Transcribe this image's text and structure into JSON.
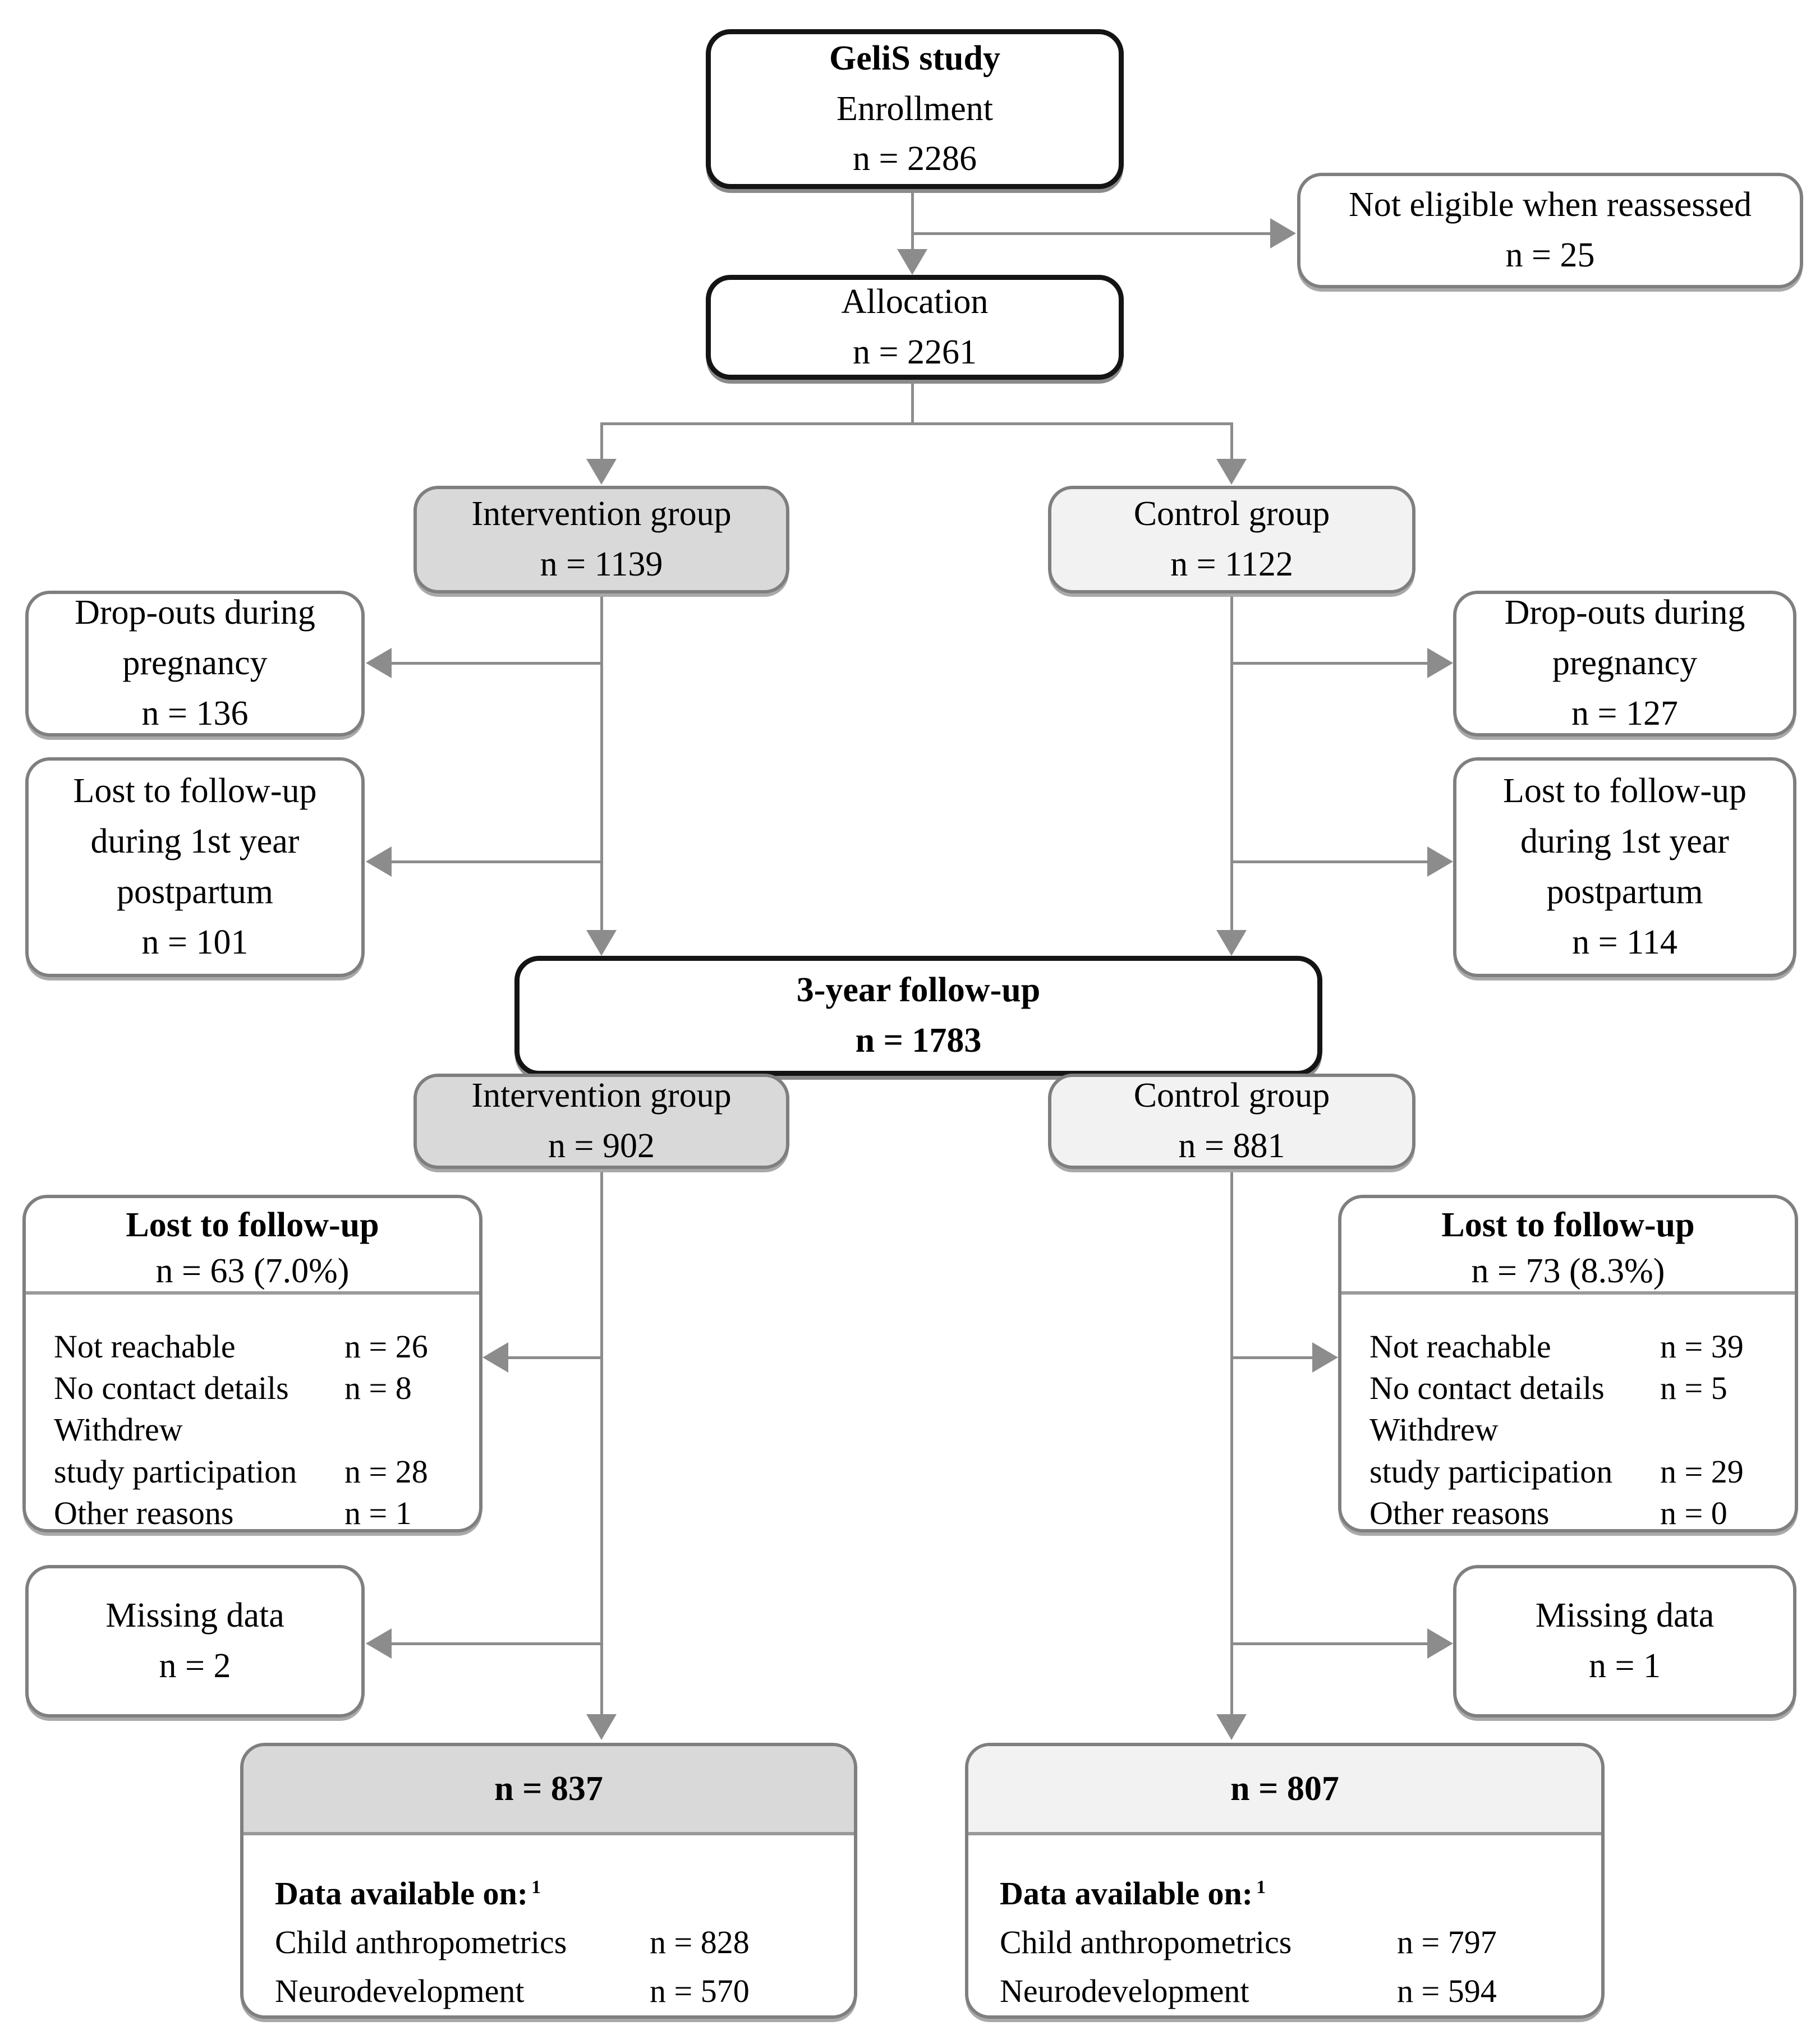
{
  "figure": {
    "type": "consort-flow-diagram",
    "study": "GeliS study"
  },
  "palette": {
    "background": "#ffffff",
    "black_border": "#141414",
    "gray_border": "#7f7f7f",
    "connector_gray": "#8c8c8c",
    "intervention_fill": "#d9d9d9",
    "control_fill": "#f2f2f2",
    "text": "#000000"
  },
  "nodes": {
    "enrollment": {
      "title": "GeliS study",
      "line2": "Enrollment",
      "line3": "n = 2286"
    },
    "not_eligible": {
      "line1": "Not eligible when reassessed",
      "line2": "n = 25"
    },
    "allocation": {
      "line1": "Allocation",
      "line2": "n = 2261"
    },
    "intervention_allocation": {
      "line1": "Intervention group",
      "line2": "n = 1139"
    },
    "control_allocation": {
      "line1": "Control group",
      "line2": "n = 1122"
    },
    "dropouts_intervention": {
      "line1": "Drop-outs during",
      "line2": "pregnancy",
      "line3": "n = 136"
    },
    "dropouts_control": {
      "line1": "Drop-outs during",
      "line2": "pregnancy",
      "line3": "n = 127"
    },
    "lost_year1_intervention": {
      "line1": "Lost to follow-up",
      "line2": "during 1st year",
      "line3": "postpartum",
      "line4": "n = 101"
    },
    "lost_year1_control": {
      "line1": "Lost to follow-up",
      "line2": "during 1st year",
      "line3": "postpartum",
      "line4": "n = 114"
    },
    "followup_3year": {
      "line1": "3-year follow-up",
      "line2": "n = 1783"
    },
    "intervention_followup": {
      "line1": "Intervention group",
      "line2": "n = 902"
    },
    "control_followup": {
      "line1": "Control group",
      "line2": "n = 881"
    },
    "lost_3year_intervention": {
      "title": "Lost to follow-up",
      "subtitle": "n = 63 (7.0%)",
      "rows": [
        {
          "label": "Not reachable",
          "value": "n = 26"
        },
        {
          "label": "No contact details",
          "value": "n = 8"
        },
        {
          "label": "Withdrew",
          "value": ""
        },
        {
          "label": "study participation",
          "value": "n = 28"
        },
        {
          "label": "Other reasons",
          "value": "n = 1"
        }
      ]
    },
    "lost_3year_control": {
      "title": "Lost to follow-up",
      "subtitle": "n = 73 (8.3%)",
      "rows": [
        {
          "label": "Not reachable",
          "value": "n = 39"
        },
        {
          "label": "No contact details",
          "value": "n = 5"
        },
        {
          "label": "Withdrew",
          "value": ""
        },
        {
          "label": "study participation",
          "value": "n = 29"
        },
        {
          "label": "Other reasons",
          "value": "n = 0"
        }
      ]
    },
    "missing_intervention": {
      "line1": "Missing data",
      "line2": "n = 2"
    },
    "missing_control": {
      "line1": "Missing data",
      "line2": "n = 1"
    },
    "final_intervention": {
      "n": "n = 837",
      "data_available_label": "Data available on:",
      "footnote_mark": "1",
      "rows": [
        {
          "label": "Child anthropometrics",
          "value": "n = 828"
        },
        {
          "label": "Neurodevelopment",
          "value": "n = 570"
        }
      ]
    },
    "final_control": {
      "n": "n = 807",
      "data_available_label": "Data available on:",
      "footnote_mark": "1",
      "rows": [
        {
          "label": "Child anthropometrics",
          "value": "n = 797"
        },
        {
          "label": "Neurodevelopment",
          "value": "n = 594"
        }
      ]
    }
  }
}
